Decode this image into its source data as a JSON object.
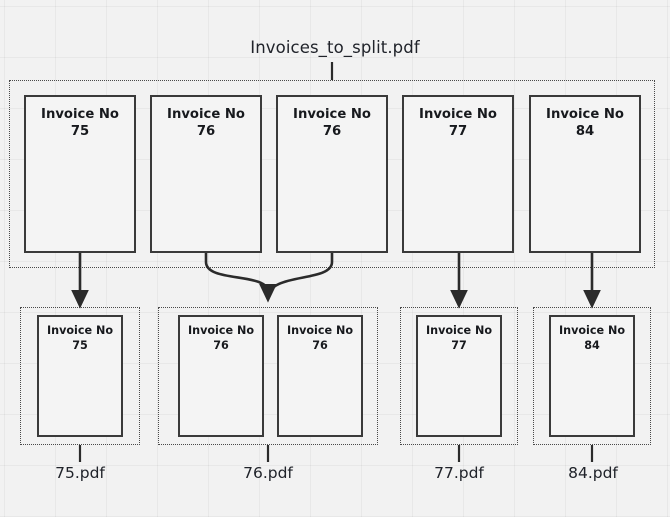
{
  "diagram": {
    "source": {
      "filename": "Invoices_to_split.pdf",
      "pages": [
        {
          "title": "Invoice No",
          "number": "75"
        },
        {
          "title": "Invoice No",
          "number": "76"
        },
        {
          "title": "Invoice No",
          "number": "76"
        },
        {
          "title": "Invoice No",
          "number": "77"
        },
        {
          "title": "Invoice No",
          "number": "84"
        }
      ]
    },
    "outputs": [
      {
        "filename": "75.pdf",
        "pages": [
          {
            "title": "Invoice No",
            "number": "75"
          }
        ]
      },
      {
        "filename": "76.pdf",
        "pages": [
          {
            "title": "Invoice No",
            "number": "76"
          },
          {
            "title": "Invoice No",
            "number": "76"
          }
        ]
      },
      {
        "filename": "77.pdf",
        "pages": [
          {
            "title": "Invoice No",
            "number": "77"
          }
        ]
      },
      {
        "filename": "84.pdf",
        "pages": [
          {
            "title": "Invoice No",
            "number": "84"
          }
        ]
      }
    ],
    "colors": {
      "background": "#f2f2f2",
      "page_fill": "#f4f4f4",
      "page_border": "#3a3a3a",
      "group_border": "#4a4a4a",
      "connector": "#2b2b2b",
      "text": "#17191d"
    }
  }
}
